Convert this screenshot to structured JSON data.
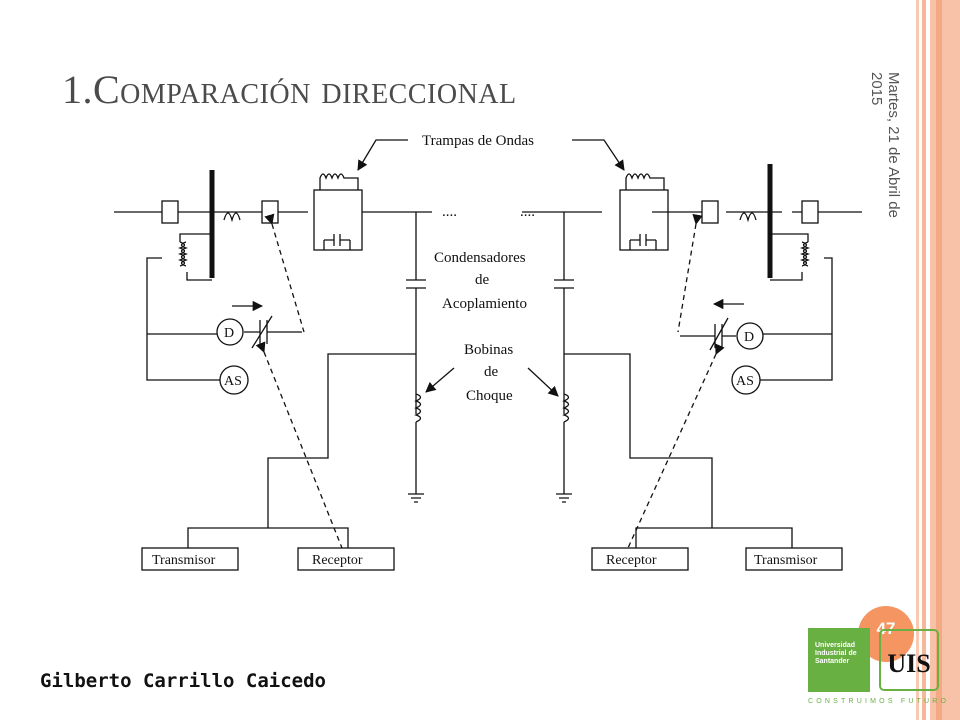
{
  "slide": {
    "title_number": "1.",
    "title_text": "Comparación direccional",
    "date": "Martes, 21 de Abril de 2015",
    "author": "Gilberto Carrillo Caicedo",
    "page_number": "47"
  },
  "diagram": {
    "labels": {
      "wave_traps": "Trampas de Ondas",
      "coupling_caps_line1": "Condensadores",
      "coupling_caps_line2": "de",
      "coupling_caps_line3": "Acoplamiento",
      "choke_coils_line1": "Bobinas",
      "choke_coils_line2": "de",
      "choke_coils_line3": "Choque",
      "dots_left": "....",
      "dots_right": "....",
      "d_left": "D",
      "d_right": "D",
      "as_left": "AS",
      "as_right": "AS",
      "transmitter_left": "Transmisor",
      "receiver_left": "Receptor",
      "receiver_right": "Receptor",
      "transmitter_right": "Transmisor"
    }
  },
  "logo": {
    "line1": "Universidad",
    "line2": "Industrial de",
    "line3": "Santander",
    "tagline": "CONSTRUIMOS FUTURO",
    "mark": "UIS"
  },
  "colors": {
    "accent": "#f49562",
    "stripe": "#f7b89a",
    "logo_green": "#69b043"
  }
}
